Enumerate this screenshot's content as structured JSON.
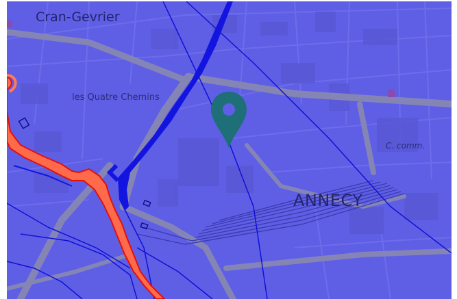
{
  "map": {
    "labels": {
      "cran_gevrier": "Cran-Gevrier",
      "les_quatre_chemins": "les Quatre Chemins",
      "c_comm": "C. comm.",
      "annecy": "ANNECY"
    },
    "marker_icon": "map-pin-icon",
    "colors": {
      "overlay": "#5f5fe6",
      "boundary_line": "#1010d8",
      "river_fill": "#ff6a4a",
      "river_edge": "#e01010",
      "marker": "#1e6f78",
      "road": "#8888b8"
    }
  }
}
